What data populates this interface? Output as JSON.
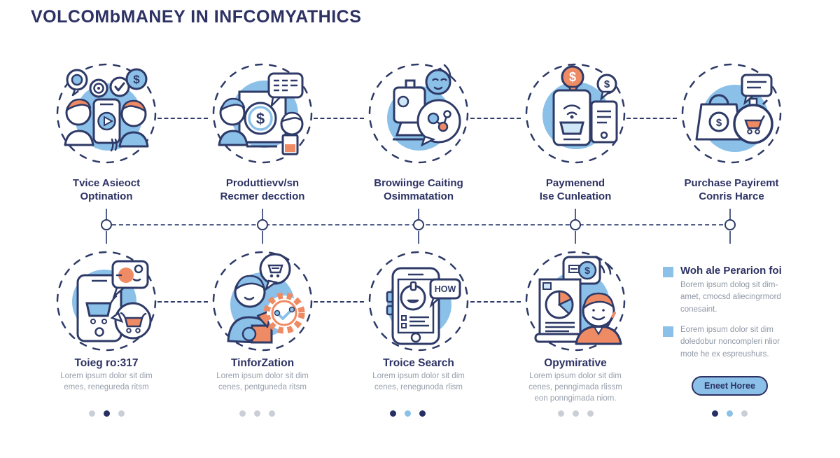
{
  "title": "VOLCOMbMANEY IN INFCOMYATHICS",
  "colors": {
    "navy": "#2d3263",
    "blue": "#8bc0e9",
    "orange": "#ef8b64",
    "gray": "#98a0ac"
  },
  "top_steps": [
    {
      "label": "Tvice Asieoct\nOptination"
    },
    {
      "label": "Produttievv/sn\nRecmer decction"
    },
    {
      "label": "Browiinge Caiting\nOsimmatation"
    },
    {
      "label": "Paymenend\nIse Cunleation"
    },
    {
      "label": "Purchase Payiremt\nConris Harce"
    }
  ],
  "bottom_steps": [
    {
      "title": "Toieg ro:317",
      "body": "Lorem ipsum dolor sit dim\nemes, renegureda ritsm"
    },
    {
      "title": "TinforZation",
      "body": "Lorem ipsum dolor sit dim\ncenes, pentguneda ritsm"
    },
    {
      "title": "Troice Search",
      "body": "Lorem ipsum dolor sit dim\ncenes, renegunoda rlism"
    },
    {
      "title": "Opymirative",
      "body": "Lorem ipsum dolor sit dim\ncenes, penngimada rlissm\neon ponngimada niom."
    }
  ],
  "sidebar": {
    "item1": {
      "heading": "Woh ale Perarion foi",
      "body": "Borem ipsum dolog sit dim-\namet, cmocsd aliecingrmord\nconesaint."
    },
    "item2": {
      "body": "Eorem ipsum dolor sit dim\ndoledobur noncompleri nlior\nmote he ex espreushurs."
    },
    "button_label": "Eneet Horee"
  },
  "icons": {
    "how_bubble_text": "HOW",
    "dollar_sign": "$"
  },
  "pagination": [
    {
      "dots": [
        "gray",
        "navy",
        "gray"
      ]
    },
    {
      "dots": [
        "gray",
        "gray",
        "gray"
      ]
    },
    {
      "dots": [
        "navy",
        "lightblue",
        "navy"
      ]
    },
    {
      "dots": [
        "gray",
        "gray",
        "gray"
      ]
    },
    {
      "dots": [
        "navy",
        "lightblue",
        "gray"
      ]
    }
  ]
}
